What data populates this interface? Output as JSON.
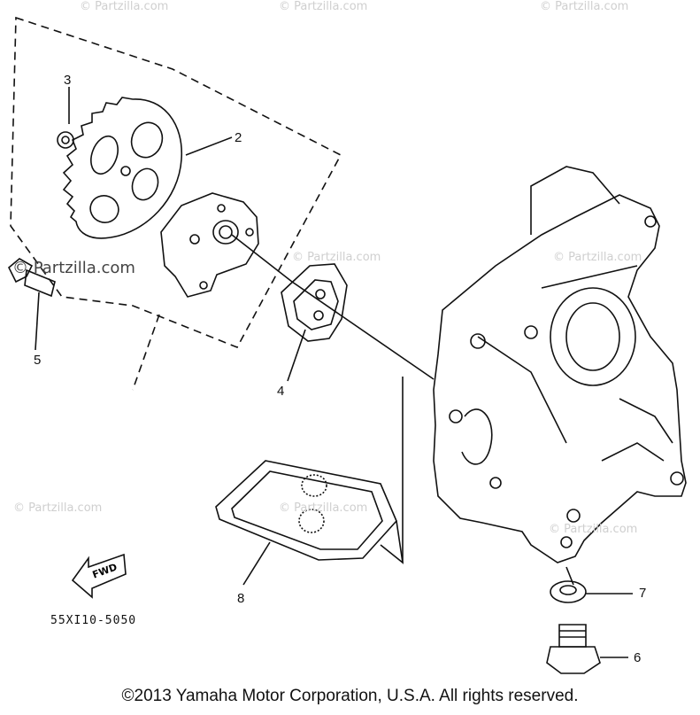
{
  "watermarks": [
    "© Partzilla.com",
    "© Partzilla.com",
    "© Partzilla.com",
    "© Partzilla.com",
    "© Partzilla.com",
    "© Partzilla.com",
    "© Partzilla.com",
    "© Partzilla.com"
  ],
  "partzilla_label": "© Partzilla.com",
  "callouts": {
    "c1": "2",
    "c2": "3",
    "c3": "4",
    "c4": "5",
    "c5": "6",
    "c6": "7",
    "c7": "8"
  },
  "fwd_label": "FWD",
  "diagram_code": "55XI10-5050",
  "copyright": "©2013  Yamaha Motor Corporation, U.S.A. All rights reserved."
}
